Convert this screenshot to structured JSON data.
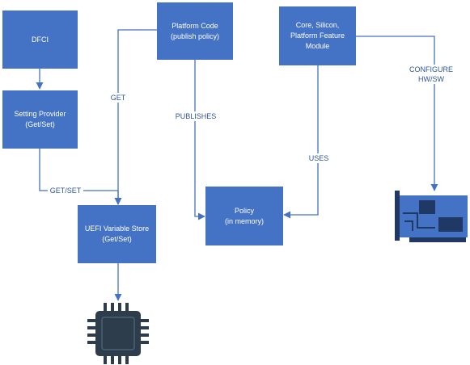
{
  "colors": {
    "box_fill": "#4472c4",
    "arrow": "#4472c4",
    "label_text": "#2f5496",
    "chip": "#2e3d4b",
    "card_board": "#4472c4",
    "card_dark": "#1f3864"
  },
  "nodes": {
    "dfci": {
      "line1": "DFCI"
    },
    "setting_provider": {
      "line1": "Setting Provider",
      "line2": "(Get/Set)"
    },
    "platform_code": {
      "line1": "Platform Code",
      "line2": "(publish policy)"
    },
    "core_module": {
      "line1": "Core, Silicon,",
      "line2": "Platform Feature",
      "line3": "Module"
    },
    "uefi_store": {
      "line1": "UEFI Variable Store",
      "line2": "(Get/Set)"
    },
    "policy": {
      "line1": "Policy",
      "line2": "(in memory)"
    }
  },
  "edge_labels": {
    "get": "GET",
    "get_set": "GET/SET",
    "publishes": "PUBLISHES",
    "uses": "USES",
    "configure_line1": "CONFIGURE",
    "configure_line2": "HW/SW"
  },
  "icons": {
    "chip": "microchip-icon",
    "card": "hardware-card-icon"
  }
}
